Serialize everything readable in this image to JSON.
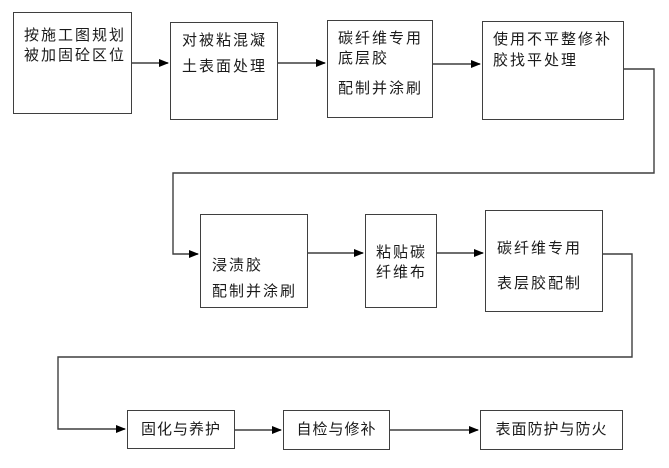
{
  "flow": {
    "steps": [
      {
        "id": "step-1",
        "lines": [
          "按施工图规划",
          "被加固砼区位"
        ]
      },
      {
        "id": "step-2",
        "lines": [
          "对被粘混凝",
          "土表面处理"
        ]
      },
      {
        "id": "step-3",
        "lines": [
          "碳纤维专用",
          "底层胶",
          "配制并涂刷"
        ]
      },
      {
        "id": "step-4",
        "lines": [
          "使用不平整修补",
          "胶找平处理"
        ]
      },
      {
        "id": "step-5",
        "lines": [
          "浸渍胶",
          "配制并涂刷"
        ]
      },
      {
        "id": "step-6",
        "lines": [
          "粘贴碳",
          "纤维布"
        ]
      },
      {
        "id": "step-7",
        "lines": [
          "碳纤维专用",
          "表层胶配制"
        ]
      },
      {
        "id": "step-8",
        "lines": [
          "固化与养护"
        ]
      },
      {
        "id": "step-9",
        "lines": [
          "自检与修补"
        ]
      },
      {
        "id": "step-10",
        "lines": [
          "表面防护与防火"
        ]
      }
    ],
    "edges": [
      {
        "from": "step-1",
        "to": "step-2"
      },
      {
        "from": "step-2",
        "to": "step-3"
      },
      {
        "from": "step-3",
        "to": "step-4"
      },
      {
        "from": "step-4",
        "to": "step-5"
      },
      {
        "from": "step-5",
        "to": "step-6"
      },
      {
        "from": "step-6",
        "to": "step-7"
      },
      {
        "from": "step-7",
        "to": "step-8"
      },
      {
        "from": "step-8",
        "to": "step-9"
      },
      {
        "from": "step-9",
        "to": "step-10"
      }
    ],
    "colors": {
      "background": "#ffffff",
      "box_border": "#3f3f3f",
      "connector_line": "#3f3f3f",
      "arrowhead": "#000000",
      "text": "#1a1a1a"
    }
  }
}
